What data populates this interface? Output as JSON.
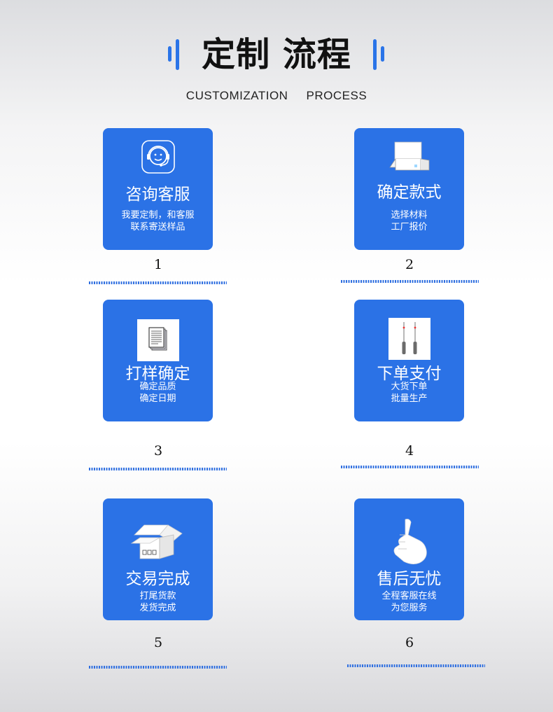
{
  "header": {
    "title": "定制 流程",
    "subtitle": "CUSTOMIZATION     PROCESS",
    "accent_color": "#2a74e8"
  },
  "steps": [
    {
      "number": "1",
      "title": "咨询客服",
      "desc": [
        "我要定制，和客服",
        "联系寄送样品"
      ],
      "icon": "customer-service-headset-icon"
    },
    {
      "number": "2",
      "title": "确定款式",
      "desc": [
        "选择材料",
        "工厂报价"
      ],
      "icon": "open-box-icon"
    },
    {
      "number": "3",
      "title": "打样确定",
      "desc": [
        "确定品质",
        "确定日期"
      ],
      "icon": "document-stack-icon"
    },
    {
      "number": "4",
      "title": "下单支付",
      "desc": [
        "大货下单",
        "批量生产"
      ],
      "icon": "screwdriver-pair-icon"
    },
    {
      "number": "5",
      "title": "交易完成",
      "desc": [
        "打尾货款",
        "发货完成"
      ],
      "icon": "shipping-box-icon"
    },
    {
      "number": "6",
      "title": "售后无忧",
      "desc": [
        "全程客服在线",
        "为您服务"
      ],
      "icon": "thumbs-up-icon"
    }
  ]
}
